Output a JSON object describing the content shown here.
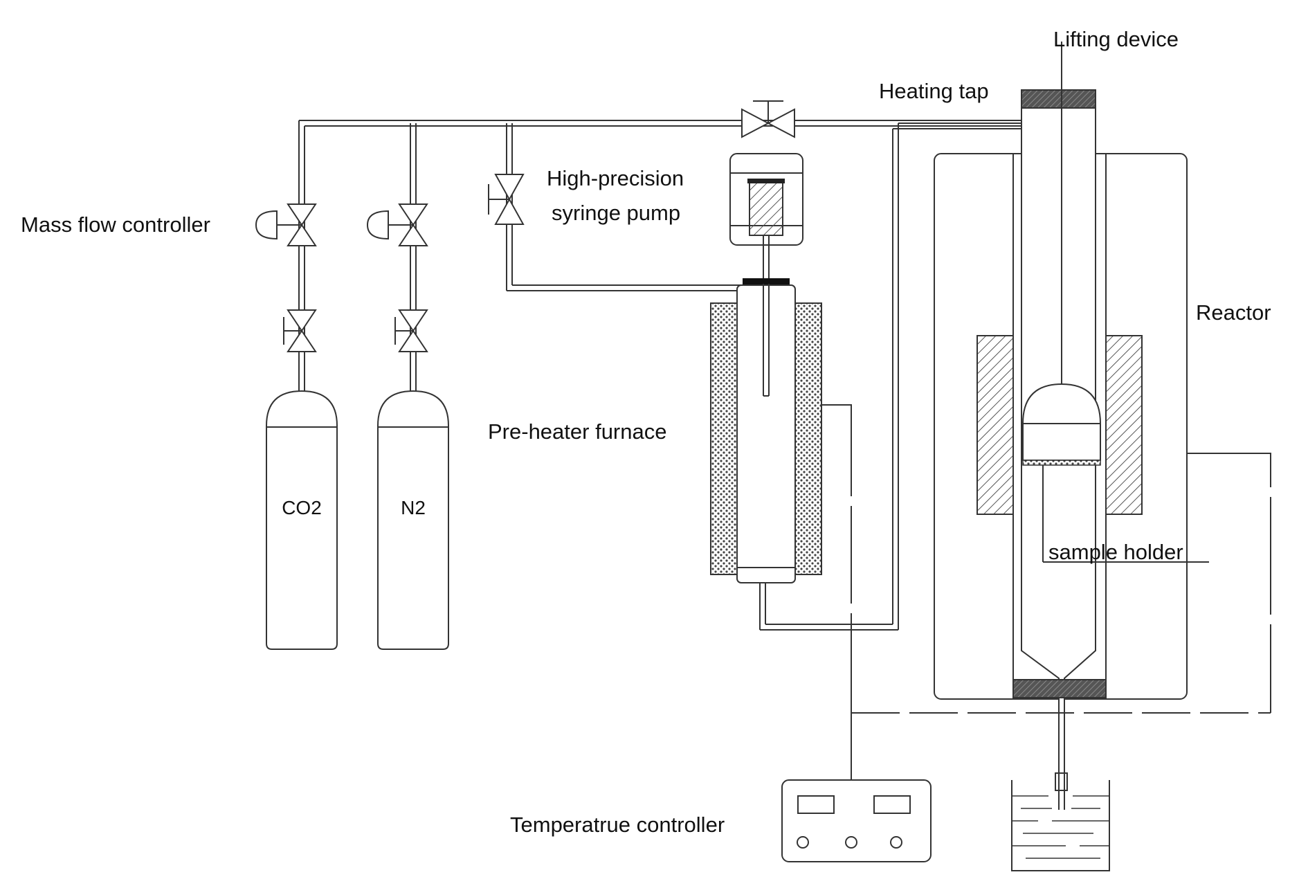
{
  "labels": {
    "lifting_device": "Lifting device",
    "heating_tap": "Heating tap",
    "mass_flow_controller": "Mass flow controller",
    "syringe_pump_line1": "High-precision",
    "syringe_pump_line2": "syringe pump",
    "reactor": "Reactor",
    "pre_heater": "Pre-heater furnace",
    "co2": "CO2",
    "n2": "N2",
    "sample_holder": "sample holder",
    "temperature_controller": "Temperatrue controller"
  },
  "colors": {
    "line": "#333333",
    "background": "#ffffff",
    "dark_band": "#555555"
  }
}
